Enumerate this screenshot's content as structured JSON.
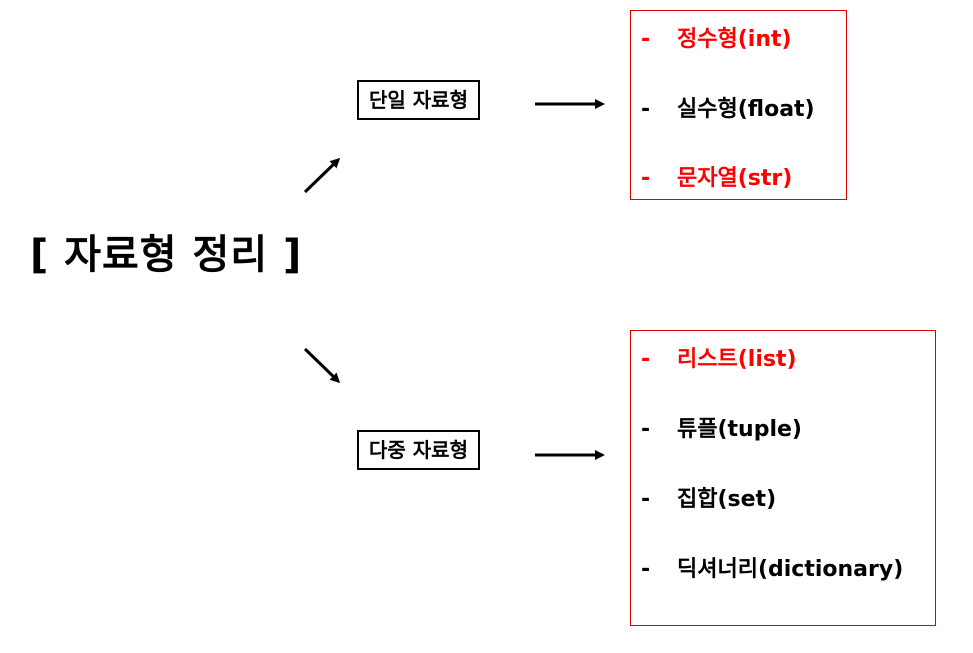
{
  "title": "[ 자료형 정리 ]",
  "single": {
    "label": "단일 자료형",
    "items": [
      {
        "text": "정수형(int)",
        "highlight": true
      },
      {
        "text": "실수형(float)",
        "highlight": false
      },
      {
        "text": "문자열(str)",
        "highlight": true
      }
    ]
  },
  "multi": {
    "label": "다중 자료형",
    "items": [
      {
        "text": "리스트(list)",
        "highlight": true
      },
      {
        "text": "튜플(tuple)",
        "highlight": false
      },
      {
        "text": "집합(set)",
        "highlight": false
      },
      {
        "text": "딕셔너리(dictionary)",
        "highlight": false
      }
    ]
  },
  "dash": "-",
  "colors": {
    "highlight": "#ff0000",
    "box_border": "#e00000",
    "text": "#000000"
  }
}
